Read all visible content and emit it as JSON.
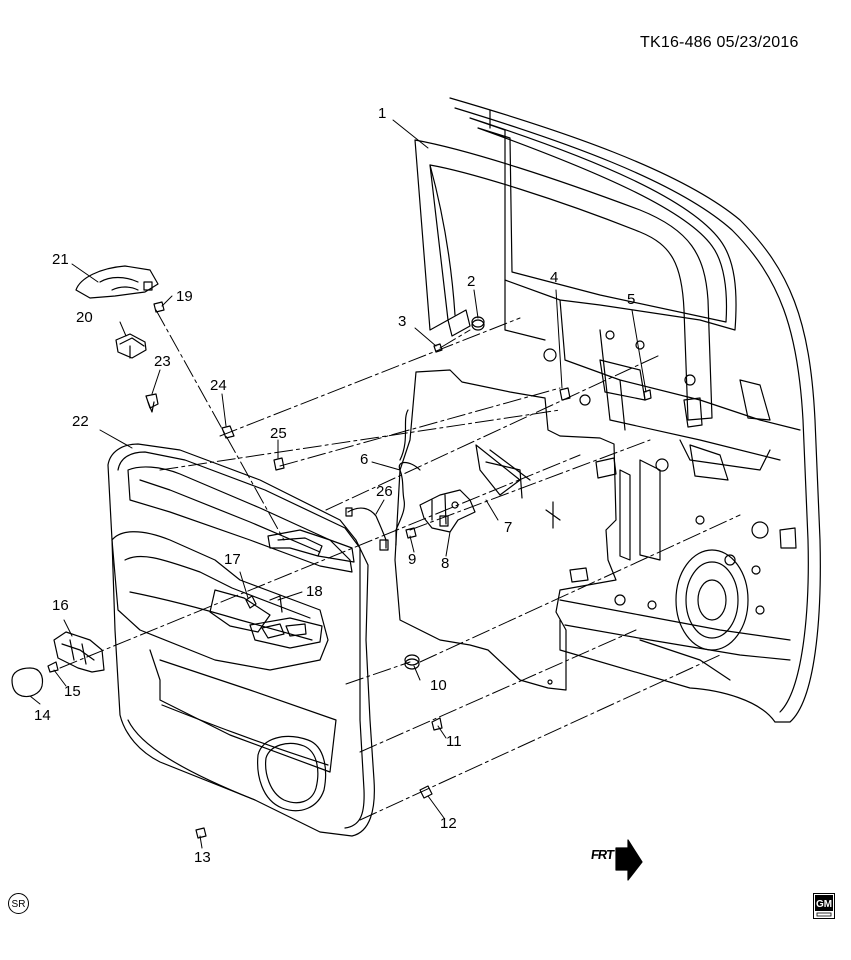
{
  "document": {
    "code": "TK16-486 05/23/2016",
    "badge": "SR",
    "direction_label": "FRT"
  },
  "logo": {
    "name": "gm-logo",
    "text": "GM",
    "colors": {
      "fill": "#000000",
      "text": "#ffffff"
    }
  },
  "parts": {
    "p1": "1",
    "p2": "2",
    "p3": "3",
    "p4": "4",
    "p5": "5",
    "p6": "6",
    "p7": "7",
    "p8": "8",
    "p9": "9",
    "p10": "10",
    "p11": "11",
    "p12": "12",
    "p13": "13",
    "p14": "14",
    "p15": "15",
    "p16": "16",
    "p17": "17",
    "p18": "18",
    "p19": "19",
    "p20": "20",
    "p21": "21",
    "p22": "22",
    "p23": "23",
    "p24": "24",
    "p25": "25",
    "p26": "26"
  },
  "style": {
    "line_color": "#000000",
    "background": "#ffffff"
  }
}
